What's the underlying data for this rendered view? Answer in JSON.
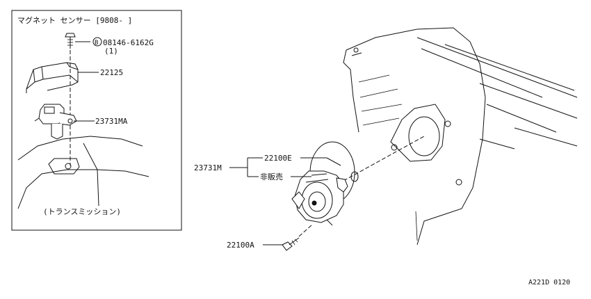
{
  "inset": {
    "title": "マグネット センサー [9808-    ]",
    "bolt_code": "08146-6162G",
    "bolt_marker": "B",
    "bolt_qty": "(1)",
    "cover_part": "22125",
    "sensor_part": "23731MA",
    "transmission_label": "(トランスミッション)"
  },
  "main": {
    "assembly_part": "23731M",
    "upper_branch_part": "22100E",
    "lower_branch_label": "非販売",
    "bolt_part": "22100A"
  },
  "footer": {
    "drawing_code": "A221D 0120"
  }
}
